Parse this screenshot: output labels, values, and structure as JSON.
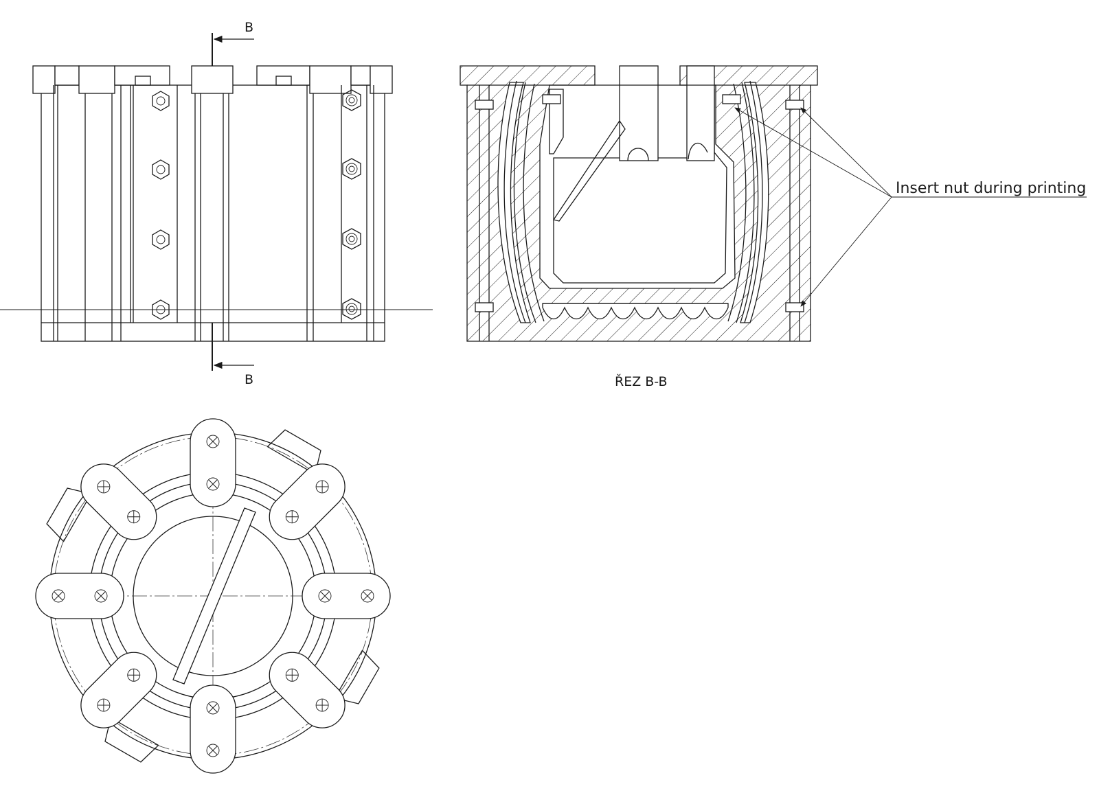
{
  "section_marker": {
    "top_letter": "B",
    "bottom_letter": "B"
  },
  "section_title": "ŘEZ B-B",
  "annotation": "Insert nut during printing",
  "colors": {
    "line": "#1a1a1a",
    "background": "#ffffff"
  }
}
